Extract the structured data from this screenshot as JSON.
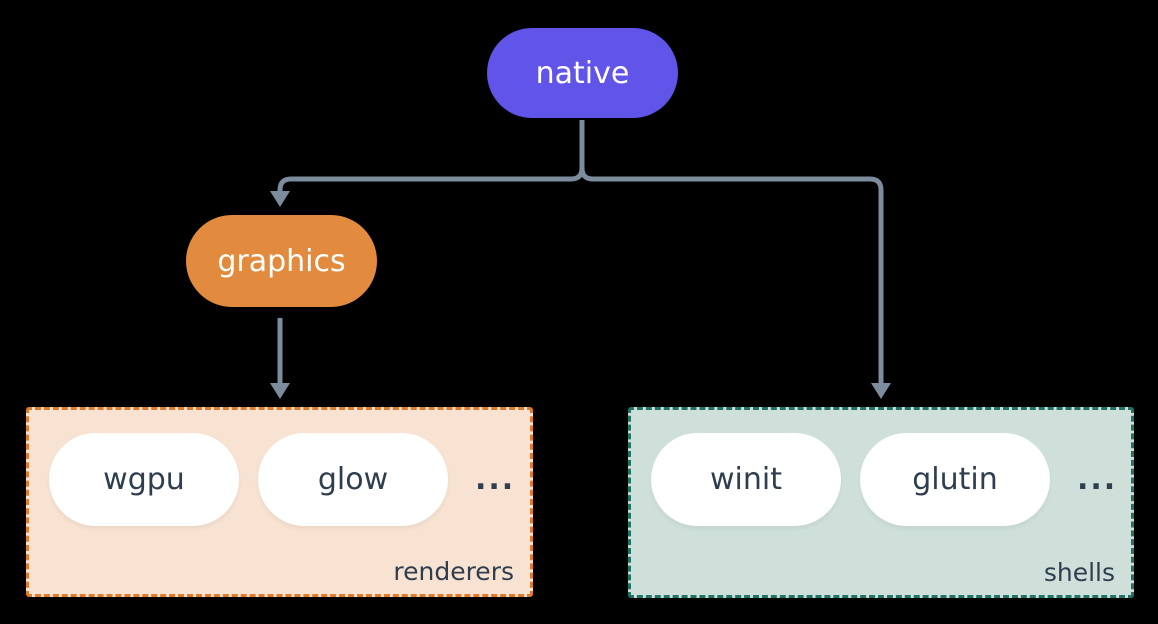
{
  "nodes": {
    "native": {
      "label": "native",
      "color": "#6154e9",
      "text_color": "#ffffff"
    },
    "graphics": {
      "label": "graphics",
      "color": "#e28a3d",
      "text_color": "#ffffff"
    }
  },
  "groups": {
    "renderers": {
      "label": "renderers",
      "background": "#f8e3d2",
      "border_color": "#e07a2c",
      "items": [
        "wgpu",
        "glow"
      ],
      "ellipsis": "..."
    },
    "shells": {
      "label": "shells",
      "background": "#cfe0da",
      "border_color": "#207466",
      "items": [
        "winit",
        "glutin"
      ],
      "ellipsis": "..."
    }
  },
  "connector": {
    "color": "#7d8c9c"
  },
  "styles": {
    "canvas_background": "#000000",
    "pill_background": "#ffffff",
    "item_text_color": "#2f3e4e"
  }
}
